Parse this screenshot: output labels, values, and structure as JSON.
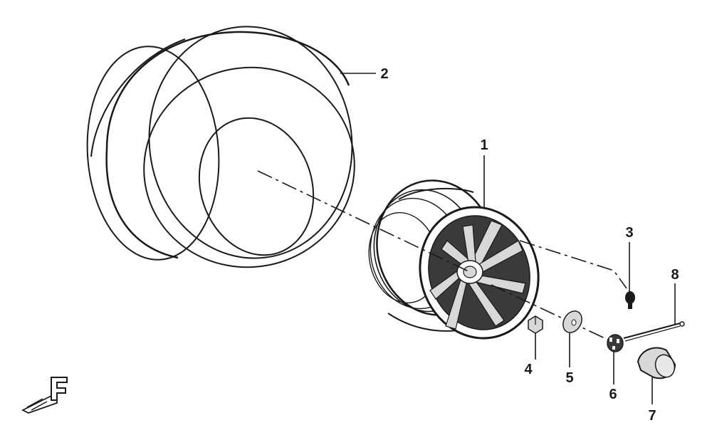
{
  "callouts": [
    {
      "id": "1",
      "label": "1"
    },
    {
      "id": "2",
      "label": "2"
    },
    {
      "id": "3",
      "label": "3"
    },
    {
      "id": "4",
      "label": "4"
    },
    {
      "id": "5",
      "label": "5"
    },
    {
      "id": "6",
      "label": "6"
    },
    {
      "id": "7",
      "label": "7"
    },
    {
      "id": "8",
      "label": "8"
    }
  ],
  "direction_indicator": {
    "label": "F",
    "icon": "front-direction-arrow-icon"
  },
  "colors": {
    "line": "#1a1a1a",
    "background": "#ffffff",
    "part_fill": "#d8d8d8",
    "dark_fill": "#3a3a3a"
  }
}
